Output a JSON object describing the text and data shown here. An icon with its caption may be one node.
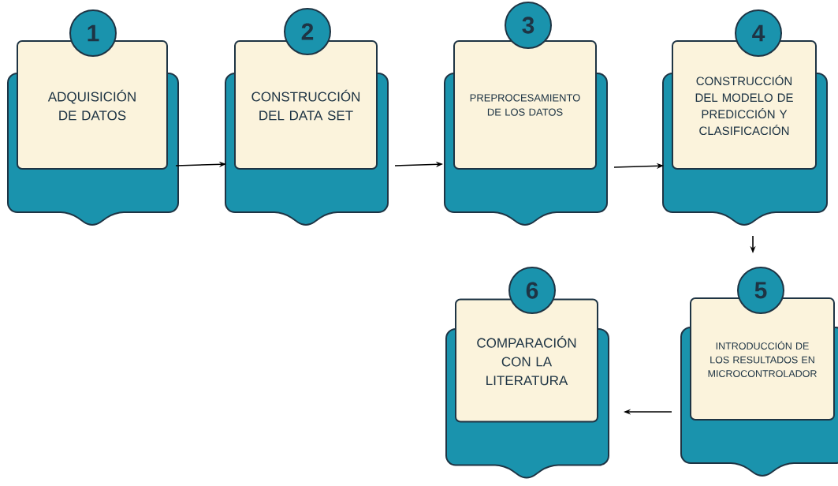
{
  "diagram": {
    "nodes": [
      {
        "text": [
          "1",
          "ADQUISICIÓN DE DATOS"
        ]
      },
      {
        "text": [
          "2",
          "CONSTRUCCIÓN DEL DATA SET"
        ]
      },
      {
        "text": [
          "3",
          "PREPROCESAMIENTO DE LOS DATOS"
        ]
      },
      {
        "text": [
          "4",
          "CONSTRUCCIÓN DEL MODELO DE PREDICCIÓN Y CLASIFICACIÓN"
        ]
      },
      {
        "text": [
          "5",
          "INTRODUCCIÓN DE LOS RESULTADOS EN MICROCONTROLADOR"
        ]
      },
      {
        "text": [
          "6",
          "COMPARACIÓN CON LA LITERATURA"
        ]
      }
    ],
    "edges": [
      {
        "from": 0,
        "to": 1,
        "arrow": "to"
      },
      {
        "from": 1,
        "to": 2,
        "arrow": "to"
      },
      {
        "from": 2,
        "to": 3,
        "arrow": "to"
      },
      {
        "from": 3,
        "to": 4,
        "arrow": "to"
      },
      {
        "from": 4,
        "to": 5,
        "arrow": "to"
      }
    ]
  }
}
